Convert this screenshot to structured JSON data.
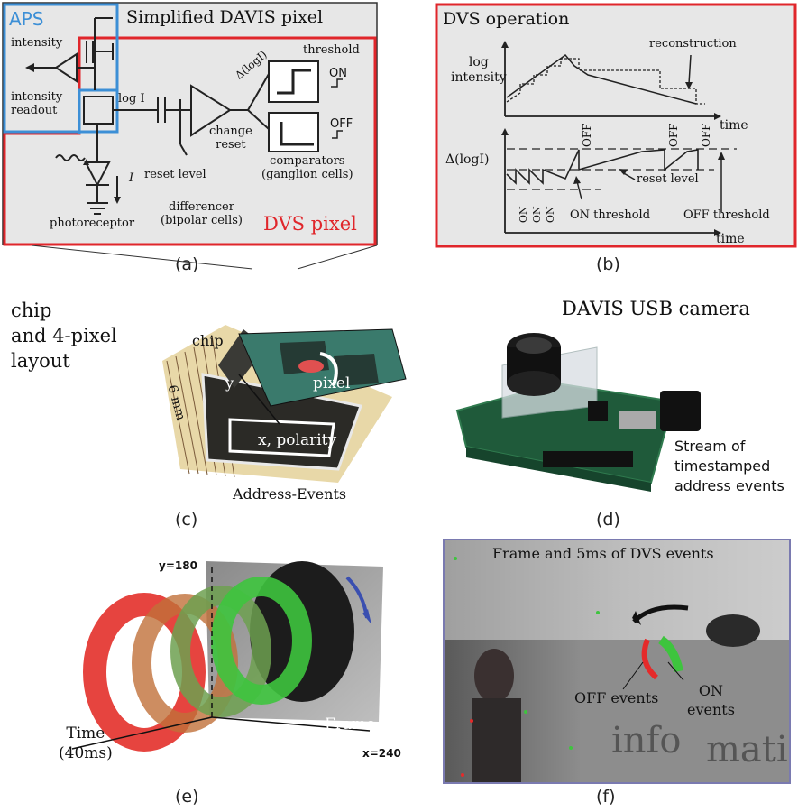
{
  "panel_a": {
    "title": "Simplified DAVIS pixel",
    "aps_label": "APS",
    "intensity": "intensity",
    "intensity_readout": "intensity\nreadout",
    "log_i": "log I",
    "delta_log_i": "Δ(logI)",
    "threshold": "threshold",
    "on": "ON",
    "off": "OFF",
    "change_reset": "change\nreset",
    "reset_level": "reset level",
    "comparators": "comparators\n(ganglion cells)",
    "photoreceptor": "photoreceptor",
    "differencer": "differencer\n(bipolar cells)",
    "current_symbol": "I",
    "dvs_pixel": "DVS pixel",
    "caption": "(a)",
    "colors": {
      "aps_blue": "#3c8fd6",
      "dvs_red": "#e0262b"
    }
  },
  "panel_b": {
    "title": "DVS operation",
    "reconstruction": "reconstruction",
    "log_intensity": "log\nintensity",
    "time": "time",
    "off_label": "OFF",
    "on_label": "ON",
    "delta_log_i": "Δ(logI)",
    "reset_level": "reset level",
    "on_threshold": "ON threshold",
    "off_threshold": "OFF threshold",
    "caption": "(b)"
  },
  "panel_c": {
    "side_label": "chip\nand 4-pixel\nlayout",
    "chip": "chip",
    "pixel": "pixel",
    "y": "y",
    "size": "6 mm",
    "xpolarity": "x, polarity",
    "address_events": "Address-Events",
    "caption": "(c)"
  },
  "panel_d": {
    "title": "DAVIS USB camera",
    "stream": "Stream of\ntimestamped\naddress events",
    "caption": "(d)"
  },
  "panel_e": {
    "y_axis": "y=180",
    "x_axis": "x=240",
    "time_axis": "Time\n(40ms)",
    "frame": "Frame",
    "caption": "(e)"
  },
  "panel_f": {
    "title": "Frame and 5ms of DVS events",
    "off_events": "OFF events",
    "on_events": "ON\nevents",
    "caption": "(f)"
  }
}
